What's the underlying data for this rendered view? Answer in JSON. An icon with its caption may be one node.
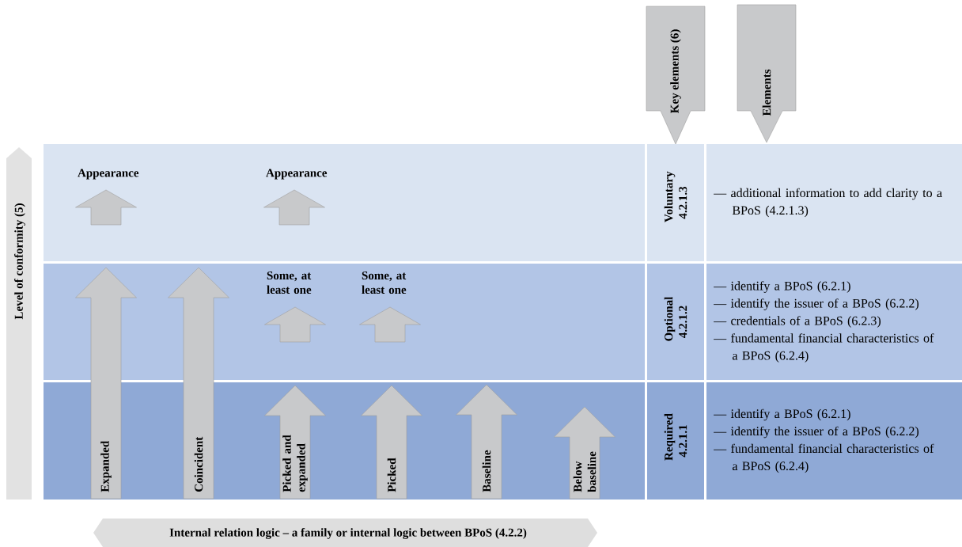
{
  "diagram": {
    "nodes": [
      {
        "text": [
          "Key elements (6)"
        ]
      },
      {
        "text": [
          "Elements"
        ]
      },
      {
        "text": [
          "Level of conformity (5)"
        ]
      },
      {
        "text": [
          "Appearance"
        ]
      },
      {
        "text": [
          "Appearance"
        ]
      },
      {
        "text": [
          "Voluntary 4.2.1.3"
        ]
      },
      {
        "text": [
          "— additional information to add clarity to a BPoS (4.2.1.3)"
        ]
      },
      {
        "text": [
          "Expanded"
        ]
      },
      {
        "text": [
          "Coincident"
        ]
      },
      {
        "text": [
          "Some, at least one"
        ]
      },
      {
        "text": [
          "Some, at least one"
        ]
      },
      {
        "text": [
          "Optional 4.2.1.2"
        ]
      },
      {
        "text": [
          "— identify a BPoS (6.2.1)",
          "— identify the issuer of a BPoS (6.2.2)",
          "— credentials of a BPoS (6.2.3)",
          "— fundamental financial characteristics of a BPoS (6.2.4)"
        ]
      },
      {
        "text": [
          "Picked and expanded"
        ]
      },
      {
        "text": [
          "Picked"
        ]
      },
      {
        "text": [
          "Baseline"
        ]
      },
      {
        "text": [
          "Below baseline"
        ]
      },
      {
        "text": [
          "Required 4.2.1.1"
        ]
      },
      {
        "text": [
          "— identify a BPoS (6.2.1)",
          "— identify the issuer of a BPoS (6.2.2)",
          "— fundamental financial characteristics of a BPoS (6.2.4)"
        ]
      },
      {
        "text": [
          "Internal relation logic – a family or internal logic between BPoS (4.2.2)"
        ]
      }
    ]
  }
}
